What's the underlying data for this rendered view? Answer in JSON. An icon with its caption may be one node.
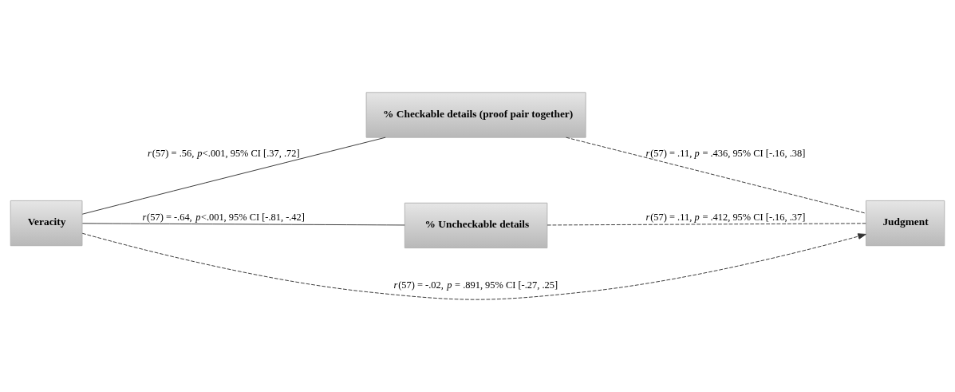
{
  "diagram": {
    "nodes": [
      {
        "text": [
          "Veracity"
        ]
      },
      {
        "text": [
          "% Checkable details (proof pair together)"
        ]
      },
      {
        "text": [
          "% Uncheckable details"
        ]
      },
      {
        "text": [
          "Judgment"
        ]
      }
    ],
    "edges": [
      {
        "from": 0,
        "to": 1,
        "arrow": "none",
        "label": "*r*(57) = .56, *p*<.001, 95% CI [.37, .72]"
      },
      {
        "from": 0,
        "to": 2,
        "arrow": "none",
        "label": "*r*(57) = -.64, *p*<.001, 95% CI [-.81, -.42]"
      },
      {
        "from": 1,
        "to": 3,
        "arrow": "none",
        "style": "dashed",
        "label": "*r*(57) = .11, *p* = .436, 95% CI [-.16, .38]"
      },
      {
        "from": 2,
        "to": 3,
        "arrow": "none",
        "style": "dashed",
        "label": "*r*(57) = .11, *p* = .412, 95% CI [-.16, .37]"
      },
      {
        "from": 0,
        "to": 3,
        "arrow": "to",
        "style": "dashed",
        "label": "*r*(57) = -.02, *p* = .891, 95% CI [-.27, .25]"
      }
    ]
  }
}
